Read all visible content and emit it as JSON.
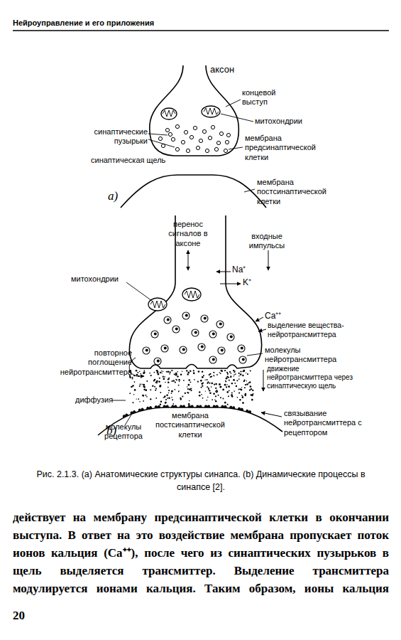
{
  "diagram": {
    "title": "Нейроуправление и его приложения",
    "caption": "Рис. 2.1.3. (a) Анатомические структуры синапса. (b) Динамические процессы в синапсе [2].",
    "labels": [
      "аксон",
      "концевой выступ",
      "митохондрии",
      "синаптические пузырьки",
      "мембрана предсинаптической клетки",
      "синаптическая щель",
      "мембрана постсинаптической клетки",
      "a)",
      "перенос сигналов в аксоне",
      "входные импульсы",
      "Na⁺",
      "K⁺",
      "митохондрии",
      "Ca⁺⁺",
      "выделение вещества-нейротрансмиттера",
      "повторное поглощение нейротрансмиттера",
      "молекулы нейротрансмиттера",
      "движение нейротрансмиттера через синаптическую щель",
      "диффузия",
      "мембрана постсинаптической клетки",
      "связывание нейротрансмиттера с рецептором",
      "молекулы рецептора",
      "b)",
      "действует на мембрану предсинаптической клетки в окончании выступа. В ответ на это воздействие мембрана пропускает поток ионов кальция (Ca⁺⁺), после чего из синаптических пузырьков в щель выделяется трансмиттер. Выделение трансмиттера модулируется ионами кальция. Таким образом, ионы кальция",
      "20"
    ]
  }
}
